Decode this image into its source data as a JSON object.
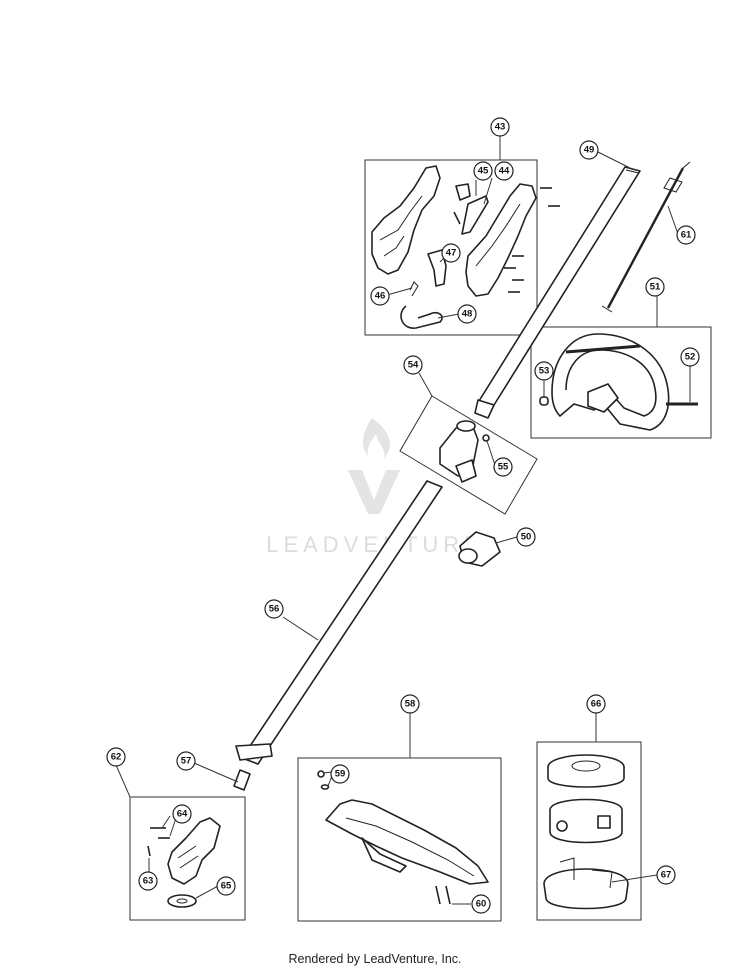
{
  "watermark": {
    "text": "LEADVENTURE",
    "color": "#dcdcdc"
  },
  "footer": {
    "text": "Rendered by LeadVenture, Inc."
  },
  "callouts": {
    "c43": "43",
    "c44": "44",
    "c45": "45",
    "c46": "46",
    "c47": "47",
    "c48": "48",
    "c49": "49",
    "c50": "50",
    "c51": "51",
    "c52": "52",
    "c53": "53",
    "c54": "54",
    "c55": "55",
    "c56": "56",
    "c57": "57",
    "c58": "58",
    "c59": "59",
    "c60": "60",
    "c61": "61",
    "c62": "62",
    "c63": "63",
    "c64": "64",
    "c65": "65",
    "c66": "66",
    "c67": "67"
  }
}
